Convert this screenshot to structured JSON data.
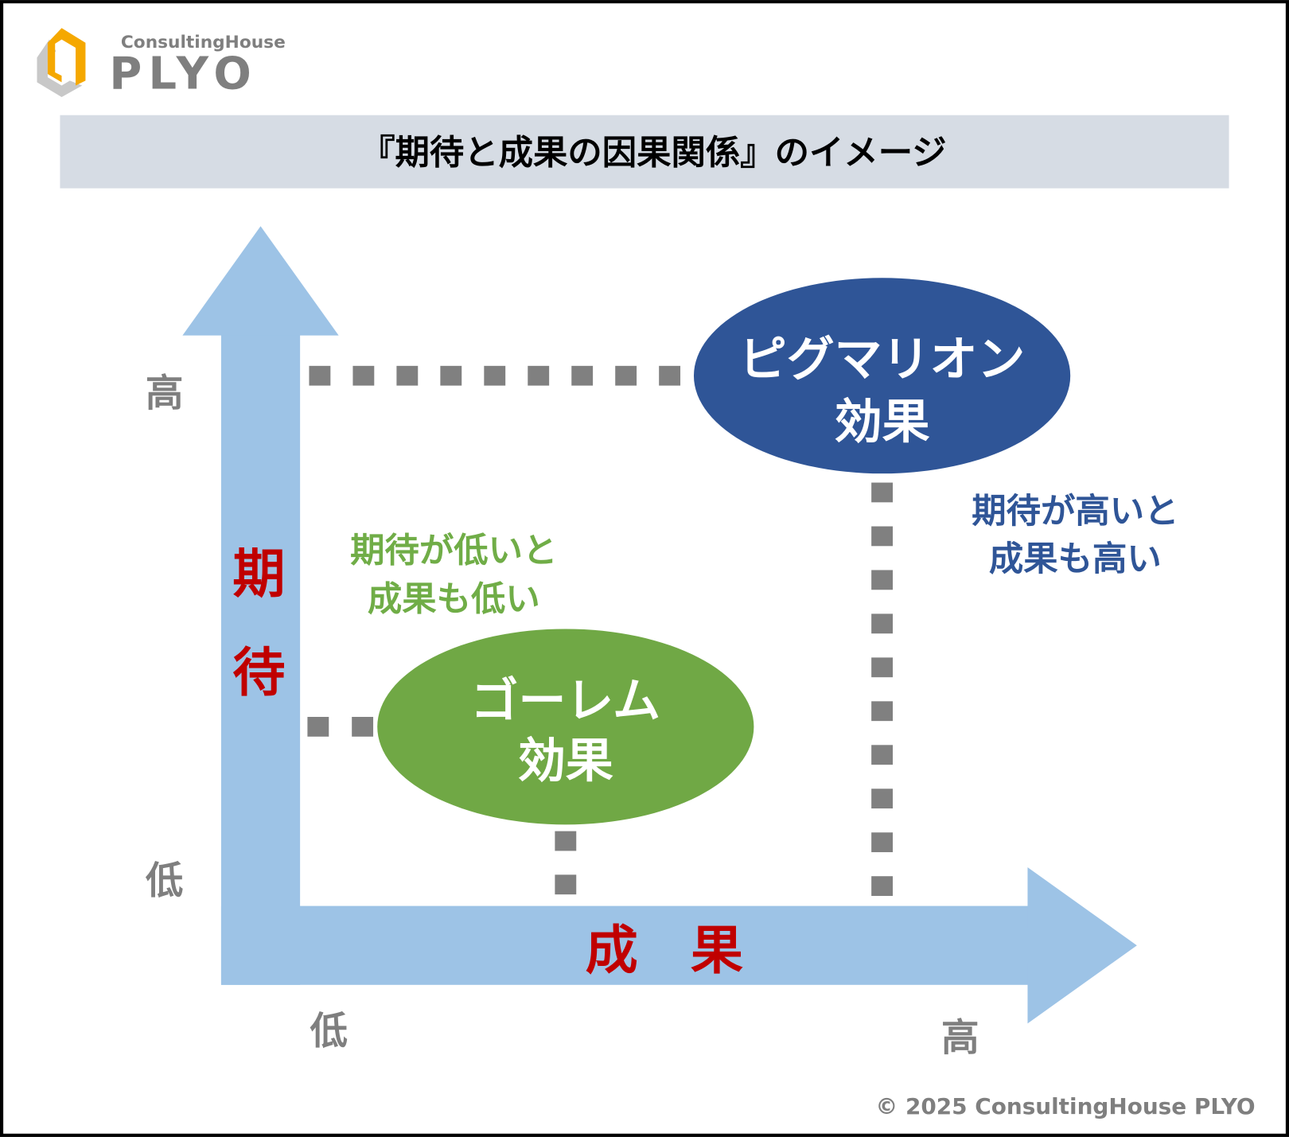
{
  "logo": {
    "tagline": "ConsultingHouse",
    "name": "PLYO"
  },
  "title": "『期待と成果の因果関係』のイメージ",
  "axes": {
    "y_label_1": "期",
    "y_label_2": "待",
    "x_label": "成　果",
    "y_high": "高",
    "y_low": "低",
    "x_low": "低",
    "x_high": "高"
  },
  "pygmalion": {
    "line1": "ピグマリオン",
    "line2": "効果",
    "note1": "期待が高いと",
    "note2": "成果も高い"
  },
  "golem": {
    "line1": "ゴーレム",
    "line2": "効果",
    "note1": "期待が低いと",
    "note2": "成果も低い"
  },
  "colors": {
    "arrow": "#9dc3e6",
    "pygmalion": "#2f5597",
    "golem": "#70a845",
    "axis_label": "#c00000",
    "title_bg": "#d6dce4"
  },
  "footer": "© 2025 ConsultingHouse PLYO"
}
